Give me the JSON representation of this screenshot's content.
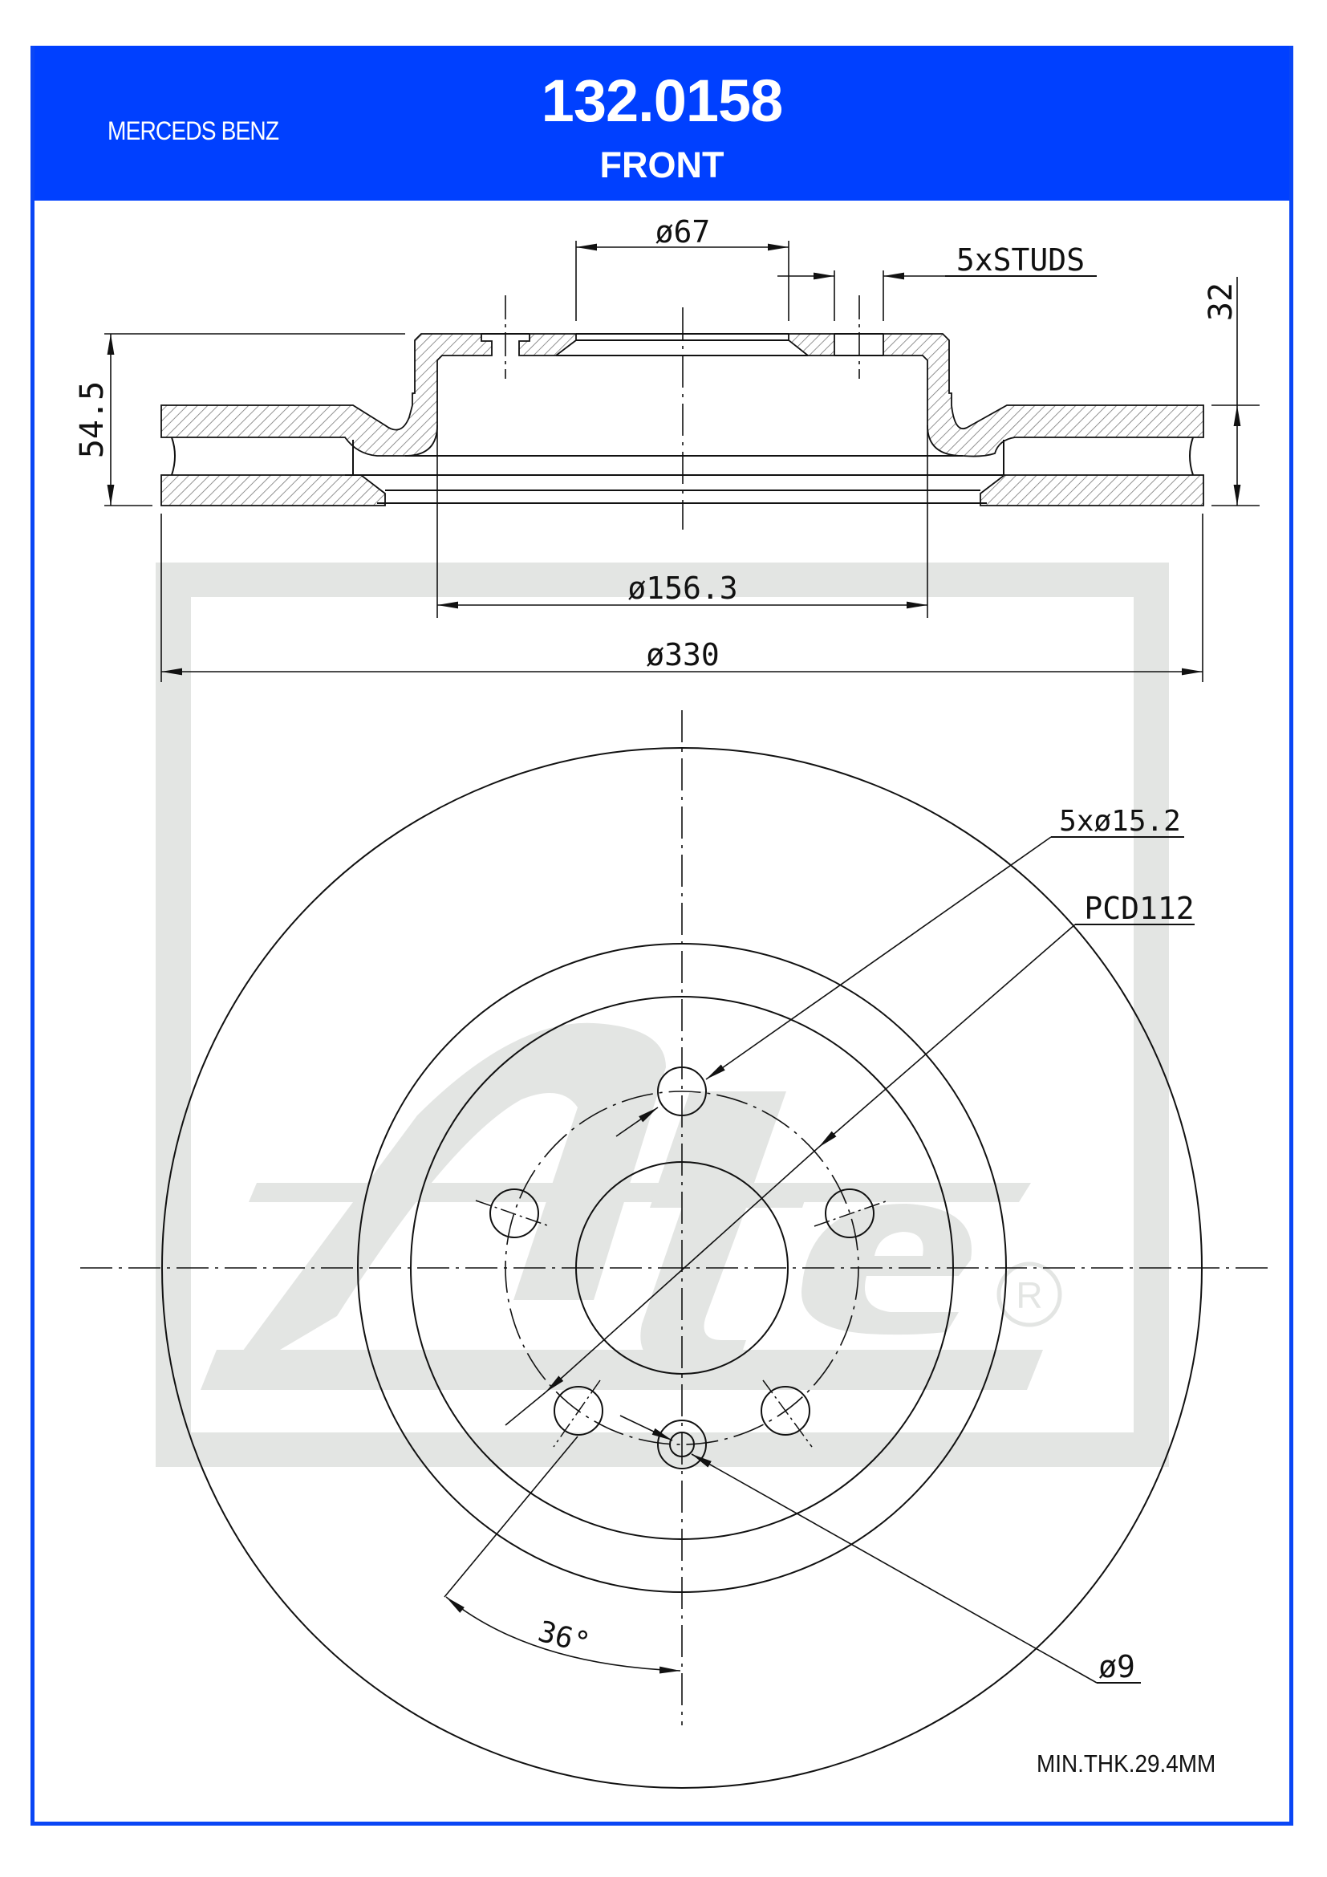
{
  "header": {
    "brand": "MERCEDS BENZ",
    "part_number": "132.0158",
    "position": "FRONT",
    "background_color": "#0040ff",
    "text_color": "#ffffff"
  },
  "section_view": {
    "dimensions": {
      "hub_bore": "ø67",
      "studs": "5xSTUDS",
      "overall_height": "54.5",
      "disc_thickness": "32",
      "hat_diameter": "ø156.3",
      "outer_diameter": "ø330"
    }
  },
  "front_view": {
    "dimensions": {
      "bolt_holes": "5xø15.2",
      "pitch_circle": "PCD112",
      "angle": "36°",
      "small_hole": "ø9"
    },
    "bolt_hole_count": 5
  },
  "watermark": {
    "logo": "Ate",
    "registered_mark": "R",
    "color": "#e3e5e3"
  },
  "footer": {
    "min_thickness": "MIN.THK.29.4MM"
  },
  "colors": {
    "frame": "#0a46f5",
    "line": "#111111"
  }
}
